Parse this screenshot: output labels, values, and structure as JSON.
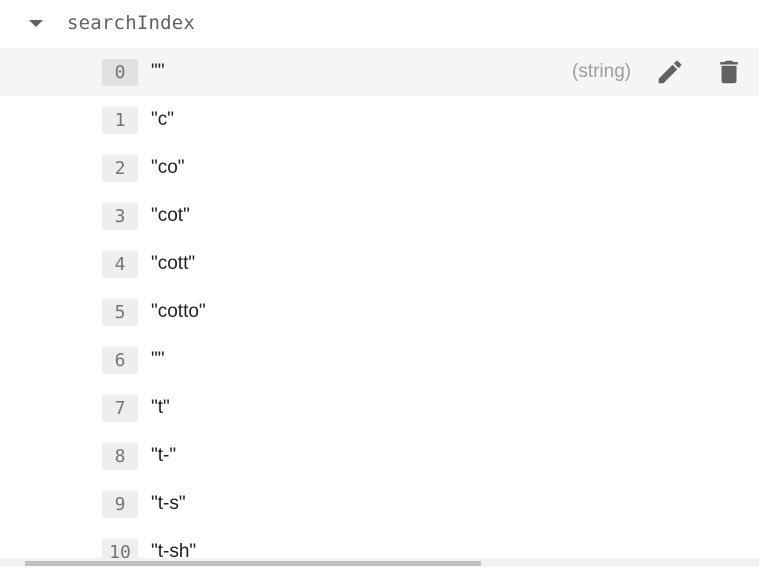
{
  "field": {
    "name": "searchIndex"
  },
  "hovered_row": {
    "type_label": "(string)"
  },
  "items": [
    {
      "index": "0",
      "value": "\"\""
    },
    {
      "index": "1",
      "value": "\"c\""
    },
    {
      "index": "2",
      "value": "\"co\""
    },
    {
      "index": "3",
      "value": "\"cot\""
    },
    {
      "index": "4",
      "value": "\"cott\""
    },
    {
      "index": "5",
      "value": "\"cotto\""
    },
    {
      "index": "6",
      "value": "\"\""
    },
    {
      "index": "7",
      "value": "\"t\""
    },
    {
      "index": "8",
      "value": "\"t-\""
    },
    {
      "index": "9",
      "value": "\"t-s\""
    },
    {
      "index": "10",
      "value": "\"t-sh\""
    }
  ],
  "icons": {
    "expand": "chevron-down-icon",
    "edit": "pencil-icon",
    "delete": "trash-icon"
  }
}
